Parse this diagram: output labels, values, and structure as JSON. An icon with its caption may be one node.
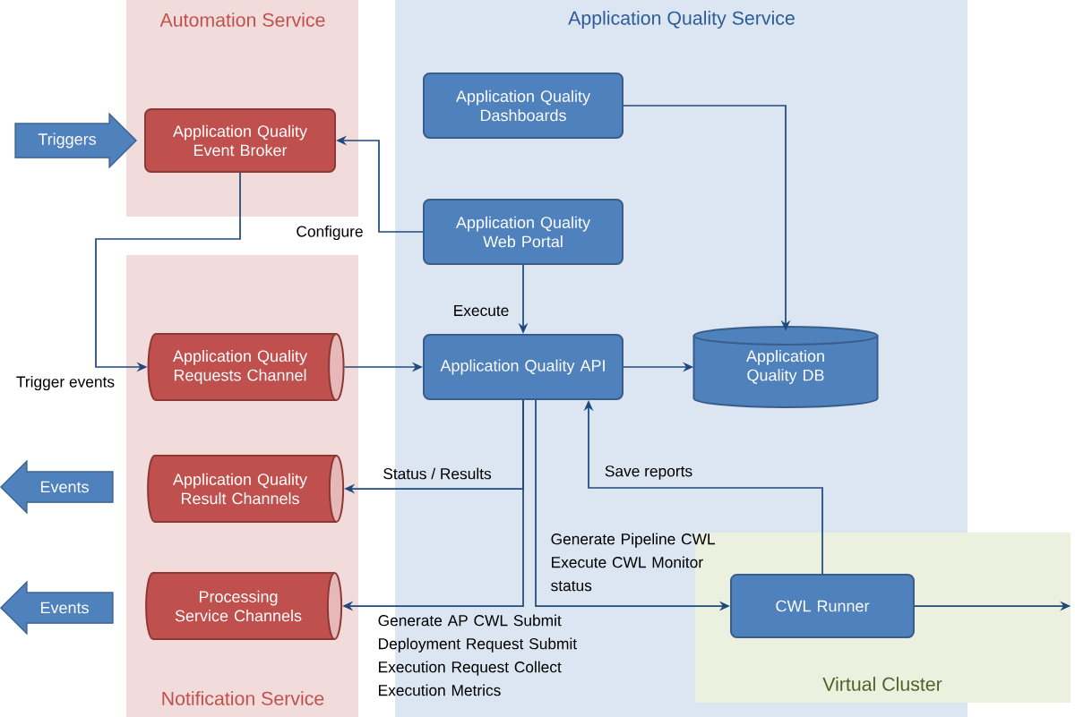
{
  "diagram": {
    "nodes": [
      {
        "text": [
          "Automation Service"
        ]
      },
      {
        "text": [
          "Notification Service"
        ]
      },
      {
        "text": [
          "Application Quality Service"
        ]
      },
      {
        "text": [
          "Virtual Cluster"
        ]
      },
      {
        "text": [
          "Triggers"
        ]
      },
      {
        "text": [
          "Application Quality Event Broker"
        ],
        "in": 0
      },
      {
        "text": [
          "Application Quality Requests Channel"
        ],
        "in": 1
      },
      {
        "text": [
          "Application Quality Result Channels"
        ],
        "in": 1
      },
      {
        "text": [
          "Processing Service Channels"
        ],
        "in": 1
      },
      {
        "text": [
          "Events"
        ]
      },
      {
        "text": [
          "Events"
        ]
      },
      {
        "text": [
          "Application Quality Dashboards"
        ],
        "in": 2
      },
      {
        "text": [
          "Application Quality Web Portal"
        ],
        "in": 2
      },
      {
        "text": [
          "Application Quality API"
        ],
        "in": 2
      },
      {
        "text": [
          "Application Quality DB"
        ],
        "in": 2
      },
      {
        "text": [
          "CWL Runner"
        ],
        "in": 3
      }
    ],
    "edges": [
      {
        "from": 12,
        "to": 5,
        "arrow": "to",
        "label": "Configure"
      },
      {
        "from": 5,
        "to": 6,
        "arrow": "to",
        "label": "Trigger events"
      },
      {
        "from": 6,
        "to": 13,
        "arrow": "to"
      },
      {
        "from": 12,
        "to": 13,
        "arrow": "to",
        "label": "Execute"
      },
      {
        "from": 11,
        "to": 14,
        "arrow": "to"
      },
      {
        "from": 13,
        "to": 14,
        "arrow": "to"
      },
      {
        "from": 13,
        "to": 7,
        "arrow": "to",
        "label": "Status / Results"
      },
      {
        "from": 13,
        "to": 8,
        "arrow": "to",
        "label": "Generate AP CWL Submit Deployment Request Submit Execution Request Collect Execution Metrics"
      },
      {
        "from": 13,
        "to": 15,
        "arrow": "to",
        "label": "Generate Pipeline CWL Execute CWL Monitor status"
      },
      {
        "from": 15,
        "to": 13,
        "arrow": "to",
        "label": "Save reports"
      },
      {
        "from": 15,
        "to": 3,
        "arrow": "to"
      }
    ]
  }
}
